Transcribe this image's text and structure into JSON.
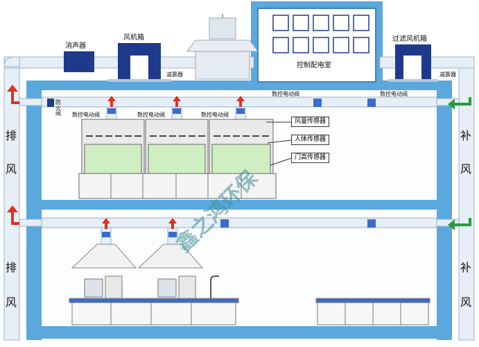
{
  "labels": {
    "silencer": "消声器",
    "fan_box": "风机箱",
    "damper_left": "减震器",
    "control_room": "控制配电室",
    "filter_fan_box": "过滤风机箱",
    "damper_right": "减震器",
    "fire_valve": "防火阀",
    "valve_top_1": "数控电动阀",
    "valve_top_2": "数控电动阀",
    "valve_hood_1": "数控电动阀",
    "valve_hood_2": "数控电动阀",
    "valve_hood_3": "数控电动阀",
    "exhaust": [
      "排",
      "风",
      "排",
      "风"
    ],
    "supply": [
      "补",
      "风",
      "补",
      "风"
    ],
    "watermark": "鑫之鸿环保"
  },
  "sensors": [
    "风量传感器",
    "人体传感器",
    "门高传感器"
  ],
  "colors": {
    "building": "#5aa8dc",
    "duct": "#e6eef6",
    "equipment": "#1f3a8a",
    "window": "#ffffff",
    "bench_green": "#cfeec2",
    "arrow_red": "#e03020",
    "arrow_green": "#2a9a3a"
  }
}
